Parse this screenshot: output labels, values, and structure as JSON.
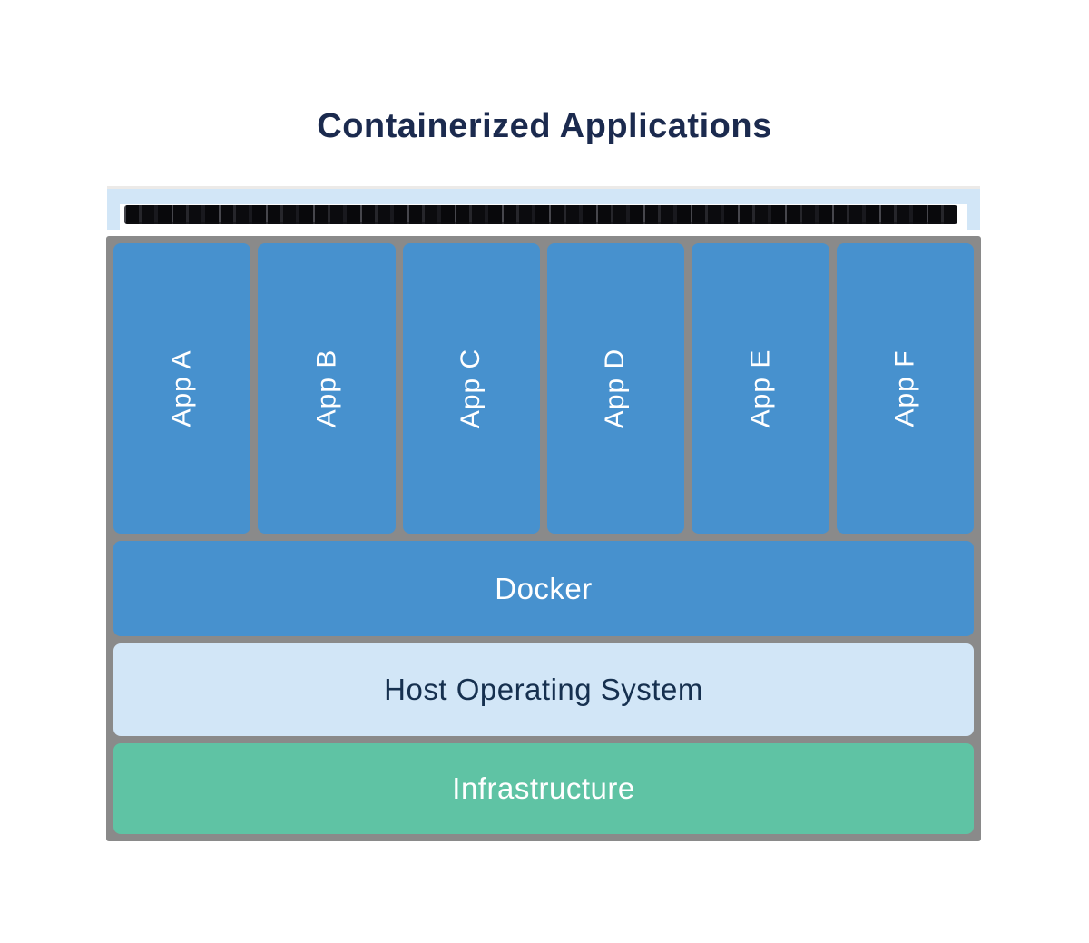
{
  "title": "Containerized Applications",
  "apps": [
    "App A",
    "App B",
    "App C",
    "App D",
    "App E",
    "App F"
  ],
  "layers": {
    "docker": {
      "label": "Docker"
    },
    "host_os": {
      "label": "Host Operating System"
    },
    "infrastructure": {
      "label": "Infrastructure"
    }
  },
  "colors": {
    "app_blue": "#4791ce",
    "light_blue": "#d2e6f7",
    "green": "#5fc3a4",
    "frame_gray": "#8a8a8a",
    "navy_text": "#1b2a4e",
    "white_text": "#ffffff"
  }
}
